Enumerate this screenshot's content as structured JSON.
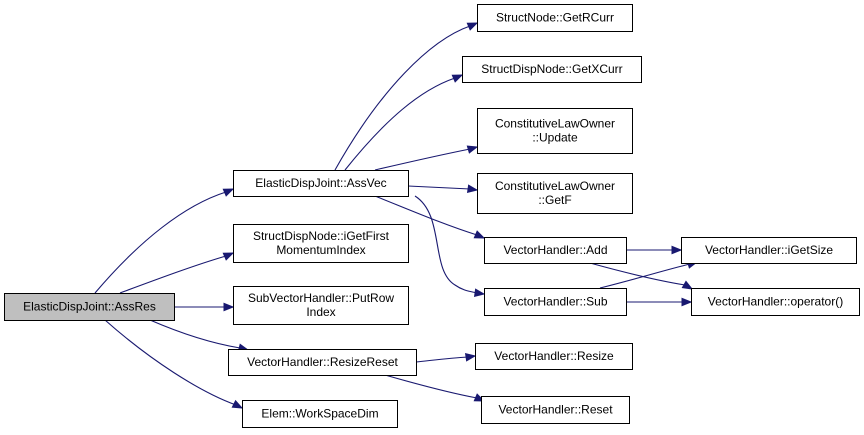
{
  "colors": {
    "edge": "#191970",
    "node_fill": "#ffffff",
    "root_fill": "#bfbfbf",
    "border": "#000000"
  },
  "nodes": [
    {
      "id": "root",
      "lines": [
        "ElasticDispJoint::AssRes"
      ],
      "root": true
    },
    {
      "id": "assvec",
      "lines": [
        "ElasticDispJoint::AssVec"
      ]
    },
    {
      "id": "igetfirst",
      "lines": [
        "StructDispNode::iGetFirst",
        "MomentumIndex"
      ]
    },
    {
      "id": "putrow",
      "lines": [
        "SubVectorHandler::PutRow",
        "Index"
      ]
    },
    {
      "id": "resizereset",
      "lines": [
        "VectorHandler::ResizeReset"
      ]
    },
    {
      "id": "workspacedim",
      "lines": [
        "Elem::WorkSpaceDim"
      ]
    },
    {
      "id": "getrcurr",
      "lines": [
        "StructNode::GetRCurr"
      ]
    },
    {
      "id": "getxcurr",
      "lines": [
        "StructDispNode::GetXCurr"
      ]
    },
    {
      "id": "update",
      "lines": [
        "ConstitutiveLawOwner",
        "::Update"
      ]
    },
    {
      "id": "getf",
      "lines": [
        "ConstitutiveLawOwner",
        "::GetF"
      ]
    },
    {
      "id": "add",
      "lines": [
        "VectorHandler::Add"
      ]
    },
    {
      "id": "sub",
      "lines": [
        "VectorHandler::Sub"
      ]
    },
    {
      "id": "igetsize",
      "lines": [
        "VectorHandler::iGetSize"
      ]
    },
    {
      "id": "operator",
      "lines": [
        "VectorHandler::operator()"
      ]
    },
    {
      "id": "resize",
      "lines": [
        "VectorHandler::Resize"
      ]
    },
    {
      "id": "reset",
      "lines": [
        "VectorHandler::Reset"
      ]
    }
  ],
  "edges": [
    {
      "from": "root",
      "to": "assvec"
    },
    {
      "from": "root",
      "to": "igetfirst"
    },
    {
      "from": "root",
      "to": "putrow"
    },
    {
      "from": "root",
      "to": "resizereset"
    },
    {
      "from": "root",
      "to": "workspacedim"
    },
    {
      "from": "assvec",
      "to": "getrcurr"
    },
    {
      "from": "assvec",
      "to": "getxcurr"
    },
    {
      "from": "assvec",
      "to": "update"
    },
    {
      "from": "assvec",
      "to": "getf"
    },
    {
      "from": "assvec",
      "to": "add"
    },
    {
      "from": "assvec",
      "to": "sub"
    },
    {
      "from": "add",
      "to": "igetsize"
    },
    {
      "from": "add",
      "to": "operator"
    },
    {
      "from": "sub",
      "to": "igetsize"
    },
    {
      "from": "sub",
      "to": "operator"
    },
    {
      "from": "resizereset",
      "to": "resize"
    },
    {
      "from": "resizereset",
      "to": "reset"
    }
  ]
}
